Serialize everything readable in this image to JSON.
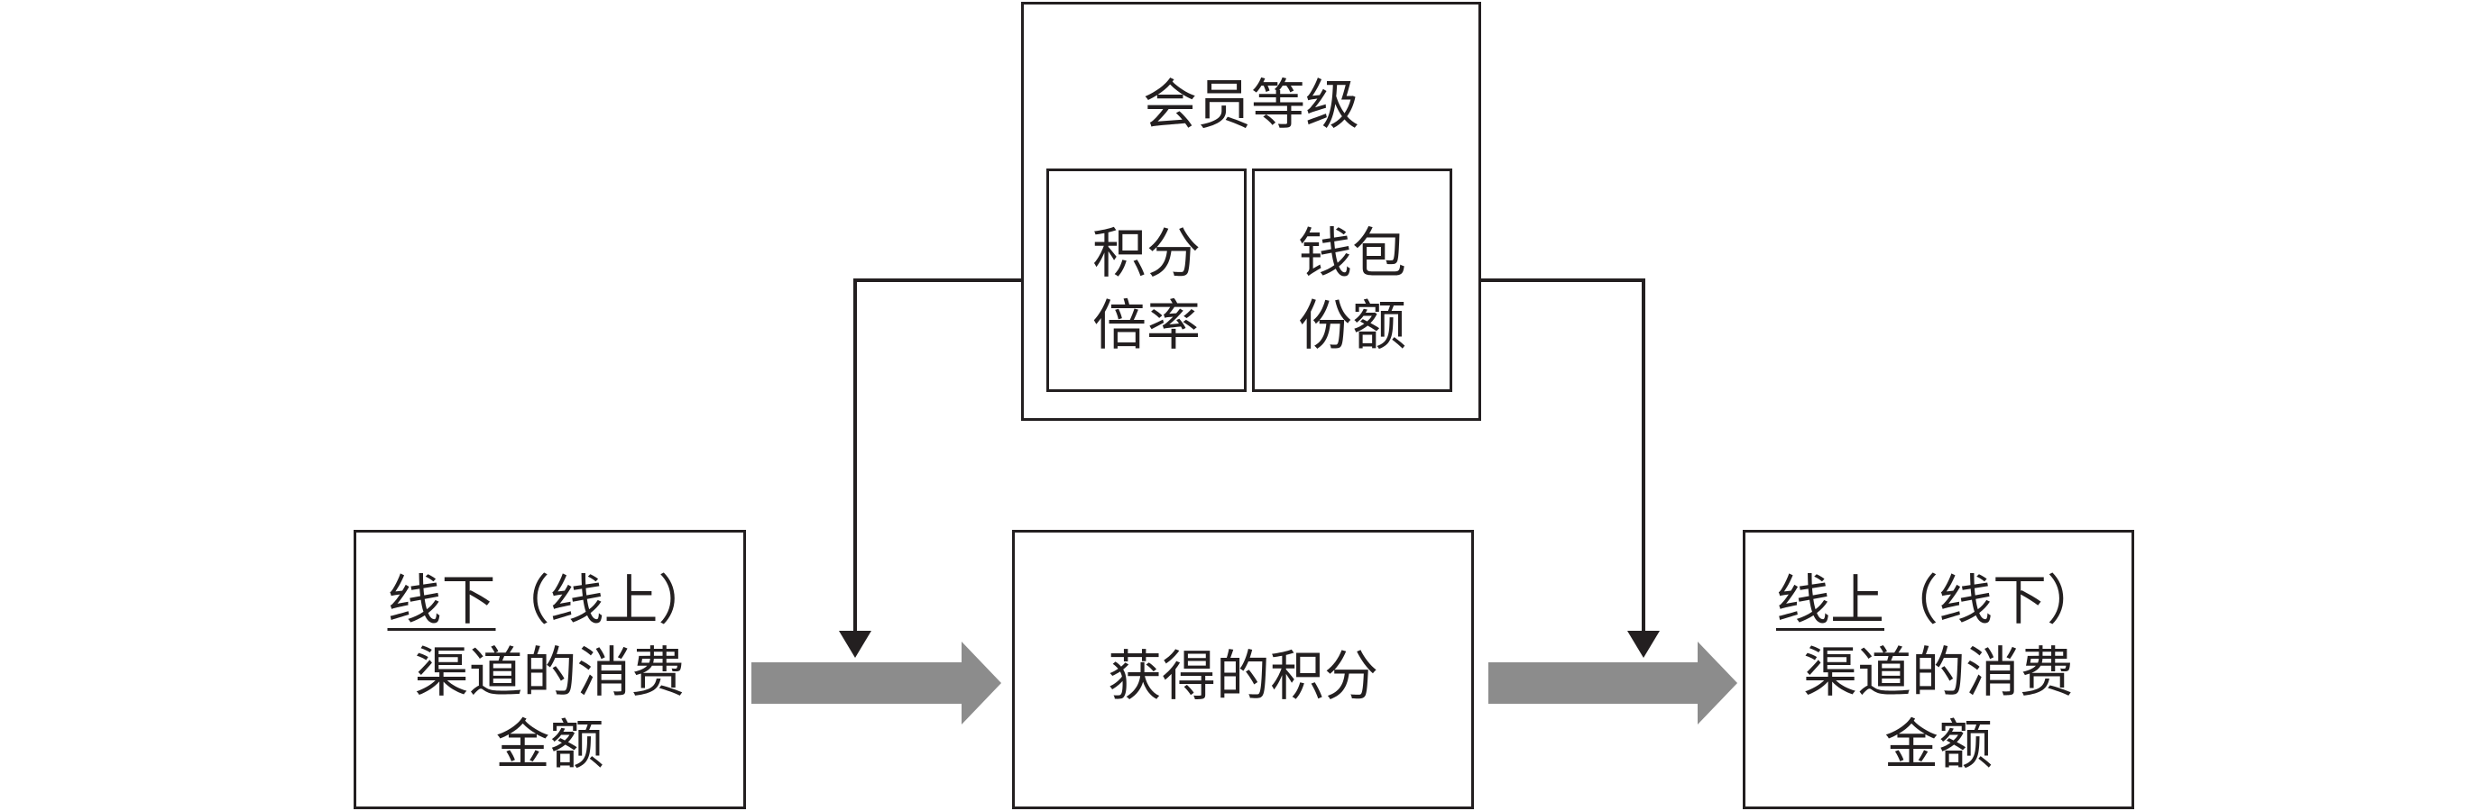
{
  "diagram": {
    "member_level": {
      "title": "会员等级",
      "points_multiplier": {
        "line1": "积分",
        "line2": "倍率"
      },
      "wallet_share": {
        "line1": "钱包",
        "line2": "份额"
      }
    },
    "left_box": {
      "line1_underlined": "线下",
      "line1_rest": "（线上）",
      "line2": "渠道的消费",
      "line3": "金额"
    },
    "center_box": {
      "label": "获得的积分"
    },
    "right_box": {
      "line1_underlined": "线上",
      "line1_rest": "（线下）",
      "line2": "渠道的消费",
      "line3": "金额"
    },
    "colors": {
      "stroke": "#231f20",
      "flow_arrow": "#8c8c8c"
    }
  }
}
